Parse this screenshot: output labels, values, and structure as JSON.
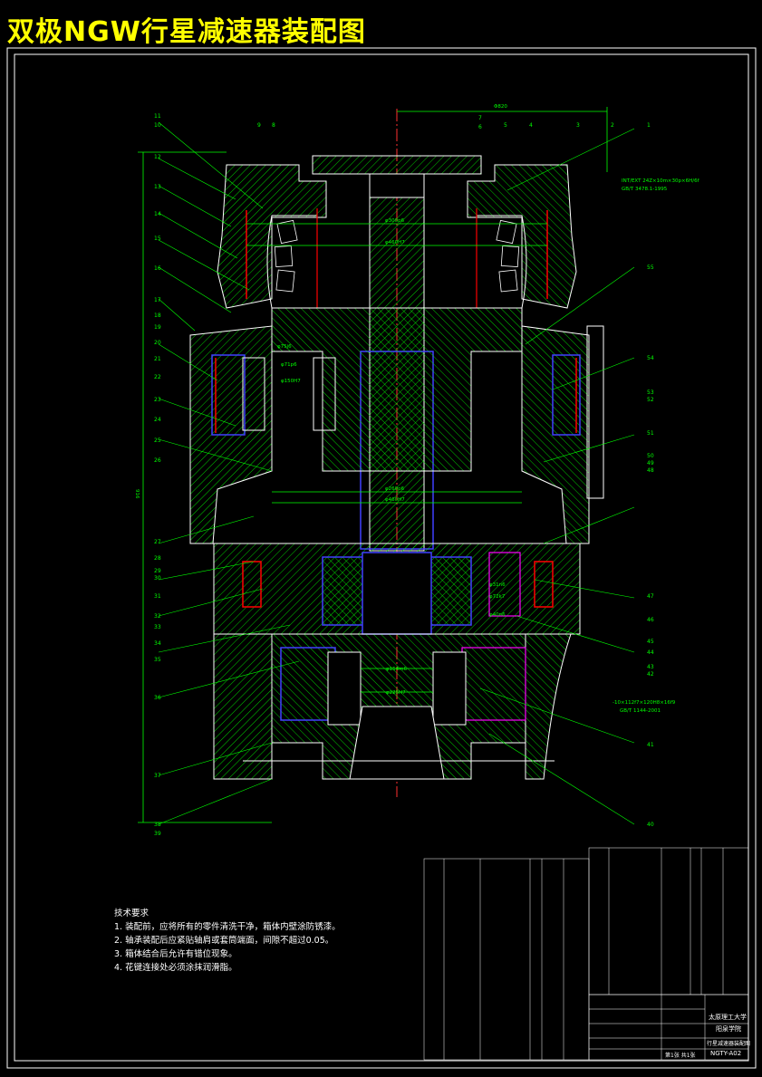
{
  "title": "双极NGW行星减速器装配图",
  "requirements": {
    "heading": "技术要求",
    "items": [
      "1. 装配前，应将所有的零件清洗干净，箱体内壁涂防锈漆。",
      "2. 轴承装配后应紧贴轴肩或套筒端面，间隙不超过0.05。",
      "3. 箱体结合后允许有错位现象。",
      "4. 花键连接处必须涂抹润滑脂。"
    ]
  },
  "title_block": {
    "school": "太原理工大学",
    "college": "阳泉学院",
    "drawing_name": "行星减速器装配图",
    "drawing_no": "NGTY-A02",
    "sheet": "第1张 共1张"
  },
  "annotations": {
    "fit_top": "φ300p6",
    "fit_top2": "φ460H7",
    "fit_mid": "φ260p6",
    "fit_mid2": "φ460H7",
    "fit_left1": "φ75j6",
    "fit_left2": "φ71p6",
    "fit_left3": "φ150H7",
    "fit_right1": "φ31n6",
    "fit_right2": "φ72k7",
    "fit_right3": "φ40n6",
    "fit_bottom1": "φ154m6",
    "fit_bottom2": "φ225H7",
    "spline_top": "INT/EXT 24Z×10m×30p×6H/6f",
    "spline_top_std": "GB/T 3478.1-1995",
    "spline_bottom": "-10×112f7×120H8×16f9",
    "spline_bottom_std": "GB/T 1144-2001",
    "dim_top": "Φ820",
    "dim_height": "916"
  },
  "balloons_left": [
    "11",
    "10",
    "12",
    "13",
    "14",
    "15",
    "16",
    "17",
    "18",
    "19",
    "20",
    "21",
    "22",
    "23",
    "24",
    "25",
    "26",
    "27",
    "28",
    "29",
    "30",
    "31",
    "32",
    "33",
    "34",
    "35",
    "36",
    "37",
    "38",
    "39"
  ],
  "balloons_top": [
    "9",
    "8",
    "7",
    "6",
    "5",
    "4",
    "3",
    "2",
    "1"
  ],
  "balloons_right": [
    "55",
    "54",
    "53",
    "52",
    "51",
    "50",
    "49",
    "48",
    "47",
    "46",
    "45",
    "44",
    "43",
    "42",
    "41",
    "40"
  ],
  "colors": {
    "hatch": "#00ff00",
    "outline": "#ffffff",
    "leader": "#00ff00",
    "bearing": "#ff0000",
    "surface": "#4040ff",
    "highlight": "#ff00ff",
    "title": "#ffff00"
  }
}
